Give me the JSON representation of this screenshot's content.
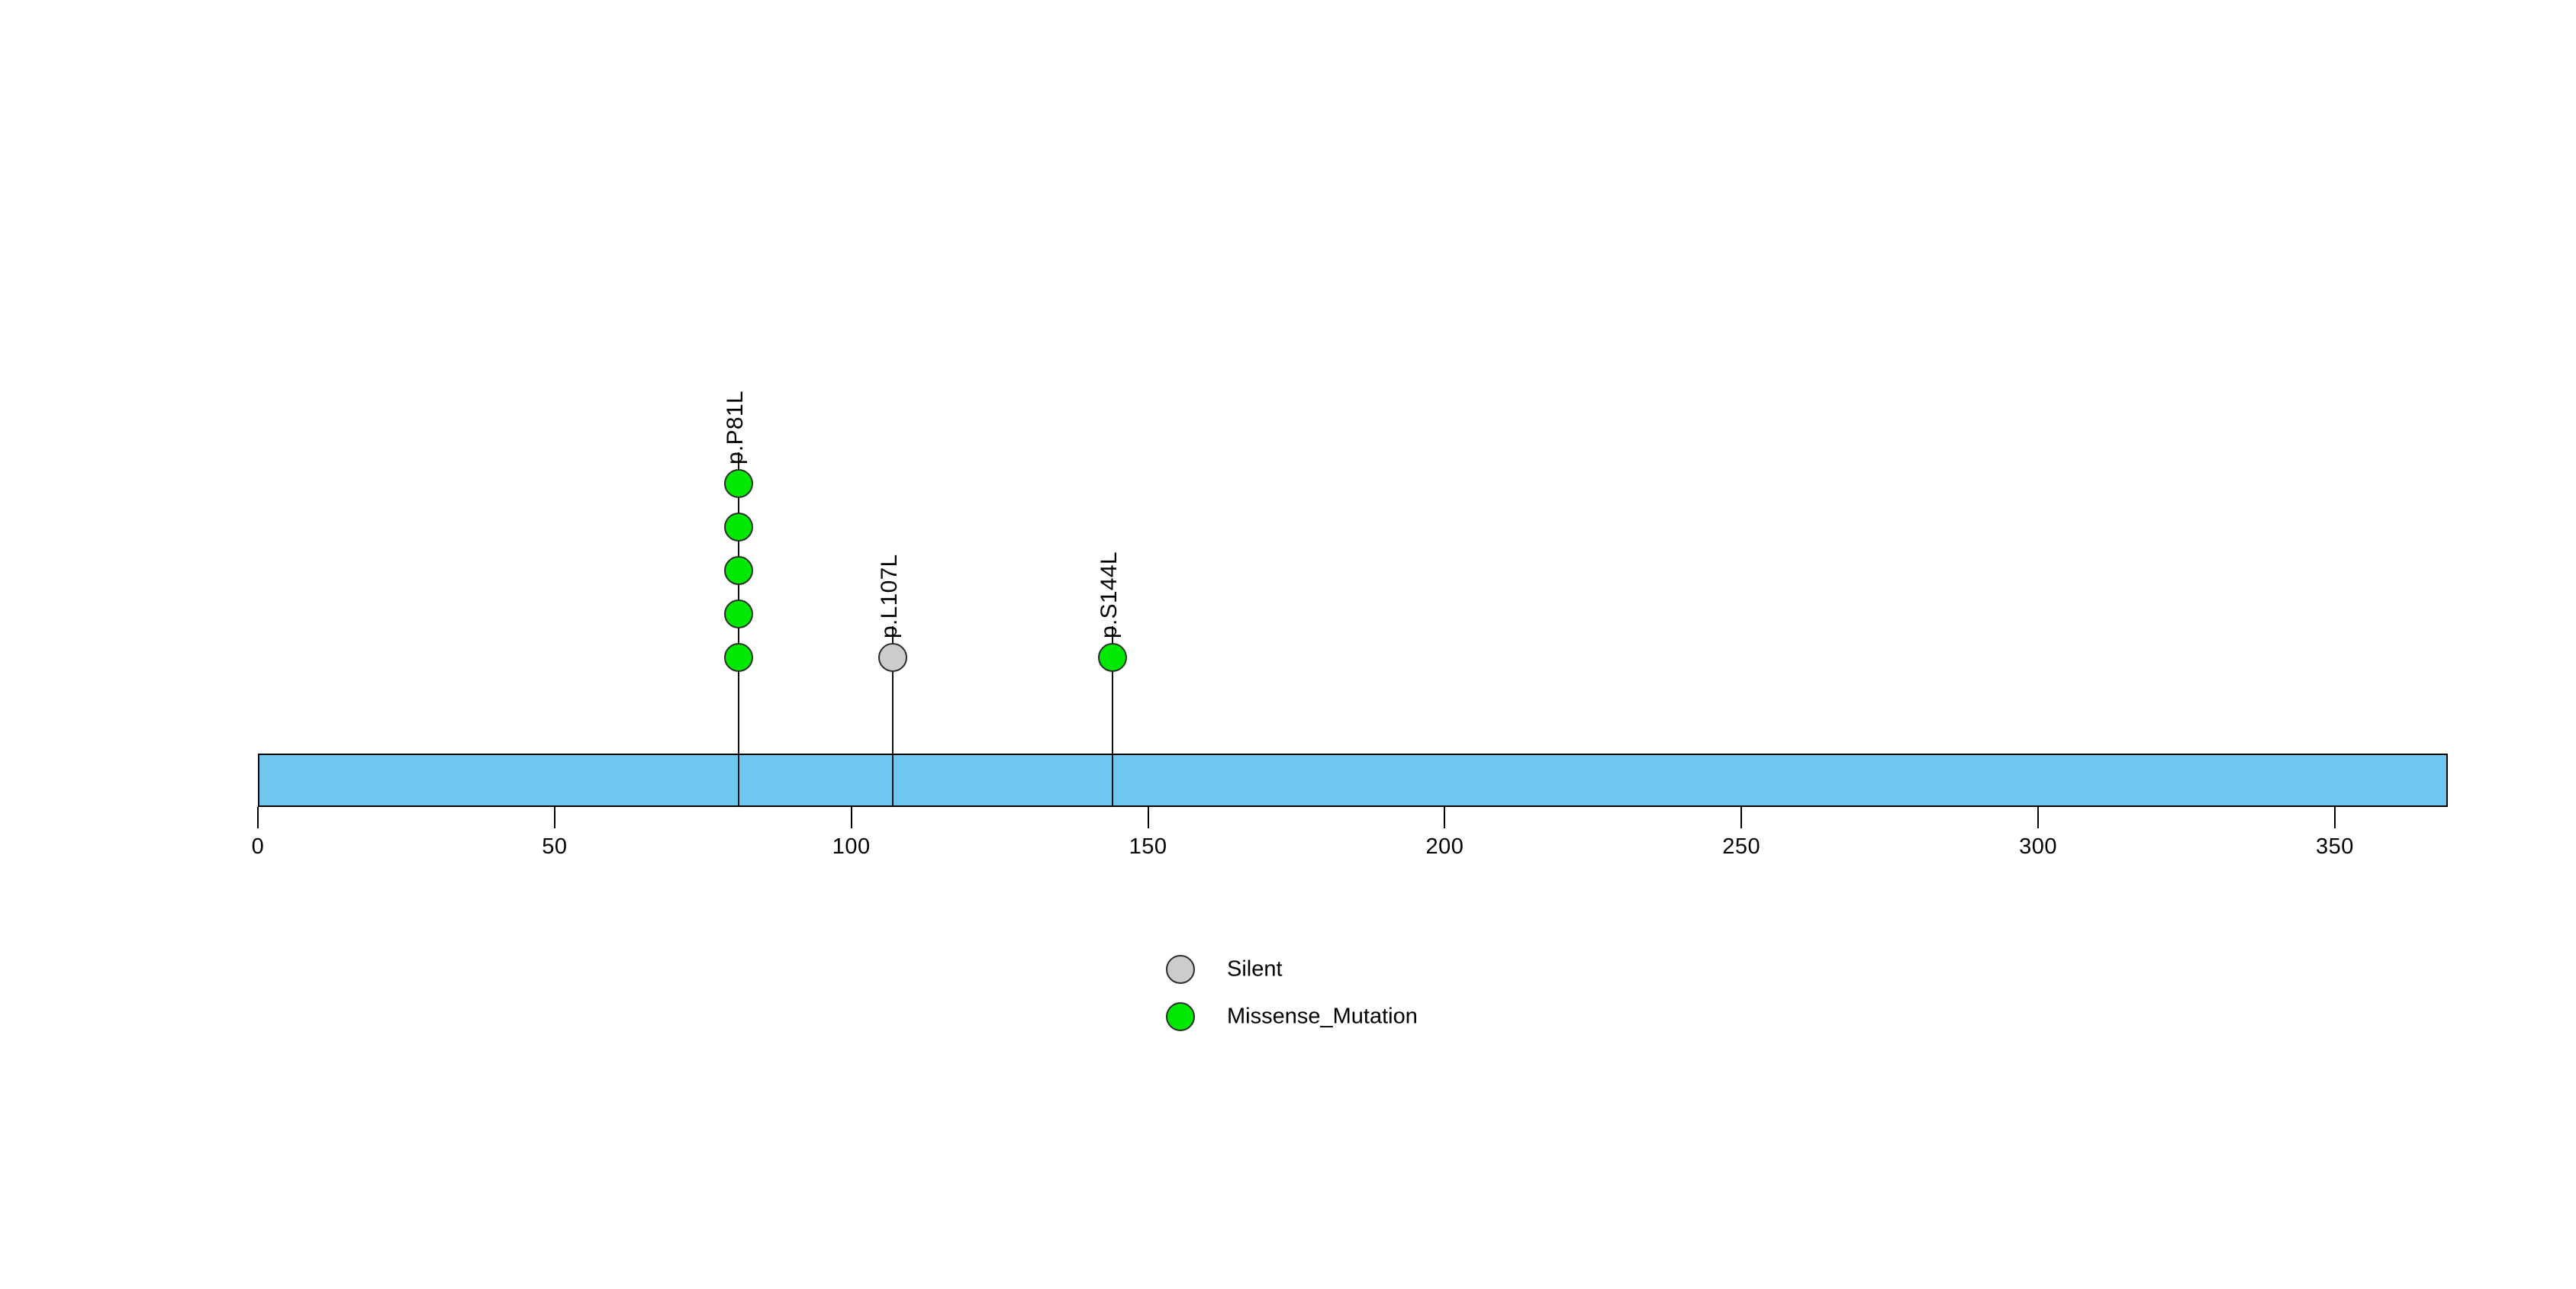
{
  "chart_data": {
    "type": "lollipop",
    "title": "",
    "subtitle": "",
    "xlabel": "",
    "ylabel": "",
    "xlim": [
      0,
      369
    ],
    "grid": false,
    "protein": {
      "length": 369,
      "bar_color": "#6FC8F0",
      "bar_border_color": "#000000"
    },
    "axis": {
      "ticks": [
        0,
        50,
        100,
        150,
        200,
        250,
        300,
        350
      ],
      "tick_labels": [
        "0",
        "50",
        "100",
        "150",
        "200",
        "250",
        "300",
        "350"
      ]
    },
    "mutations": [
      {
        "label": "p.P81L",
        "position": 81,
        "count": 5,
        "class": "Missense_Mutation",
        "color": "#00E800"
      },
      {
        "label": "p.L107L",
        "position": 107,
        "count": 1,
        "class": "Silent",
        "color": "#CCCCCC"
      },
      {
        "label": "p.S144L",
        "position": 144,
        "count": 1,
        "class": "Missense_Mutation",
        "color": "#00E800"
      }
    ],
    "legend": {
      "position": "bottom-center",
      "entries": [
        {
          "label": "Silent",
          "color": "#CCCCCC"
        },
        {
          "label": "Missense_Mutation",
          "color": "#00E800"
        }
      ]
    }
  }
}
